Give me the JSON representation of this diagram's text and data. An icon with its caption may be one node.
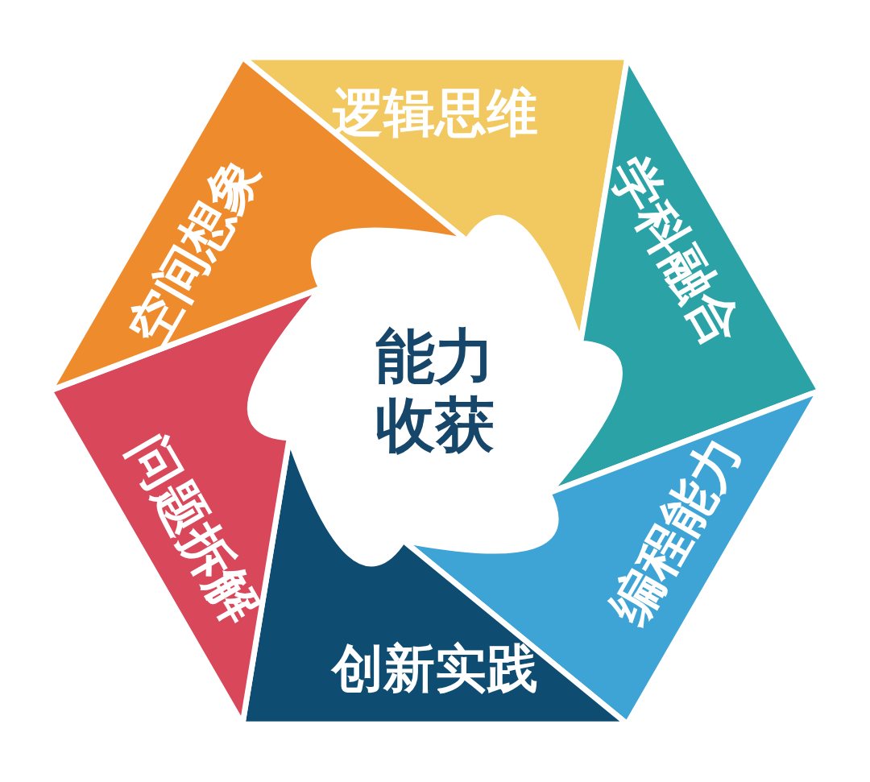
{
  "diagram": {
    "nodes": [
      {
        "text": [
          "逻辑思维"
        ]
      },
      {
        "text": [
          "学科融合"
        ]
      },
      {
        "text": [
          "编程能力"
        ]
      },
      {
        "text": [
          "创新实践"
        ]
      },
      {
        "text": [
          "问题拆解"
        ]
      },
      {
        "text": [
          "空间想象"
        ]
      },
      {
        "text": [
          "能力收获"
        ]
      }
    ],
    "edges": []
  }
}
